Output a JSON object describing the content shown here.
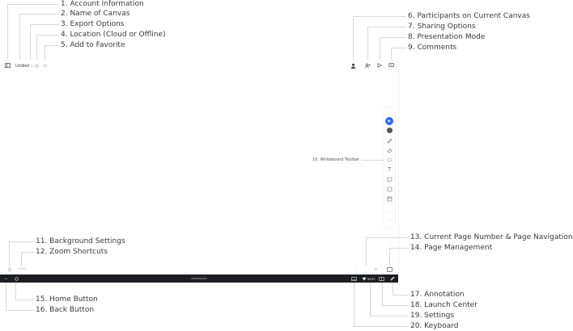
{
  "annotations": {
    "left_top": [
      "1. Account Information",
      "2. Name of Canvas",
      "3. Export Options",
      "4. Location (Cloud or Offline)",
      "5. Add to Favorite"
    ],
    "right_top": [
      "6. Participants on Current Canvas",
      "7. Sharing Options",
      "8. Presentation Mode",
      "9. Comments"
    ],
    "toolbar_label": "10. Whiteboard Toolbar",
    "left_bottom": [
      "11. Background Settings",
      "12. Zoom Shortcuts"
    ],
    "right_mid": [
      "13. Current Page Number & Page Navigation",
      "14. Page Management"
    ],
    "left_footer": [
      "15. Home Button",
      "16. Back Button"
    ],
    "right_footer": [
      "17. Annotation",
      "18. Launch Center",
      "19. Settings",
      "20. Keyboard"
    ]
  },
  "canvas": {
    "title": "Untitled",
    "title_caret": "⌄",
    "zoom_indicator": "100%"
  },
  "bottombar": {
    "network_label": "Wi-Fi"
  },
  "icons": {
    "account": "sidebar-icon",
    "export": "export-icon",
    "location": "cloud-icon",
    "favorite": "star-icon",
    "participants": "avatar-icon",
    "share": "share-icon",
    "present": "play-icon",
    "comments": "comment-icon"
  }
}
